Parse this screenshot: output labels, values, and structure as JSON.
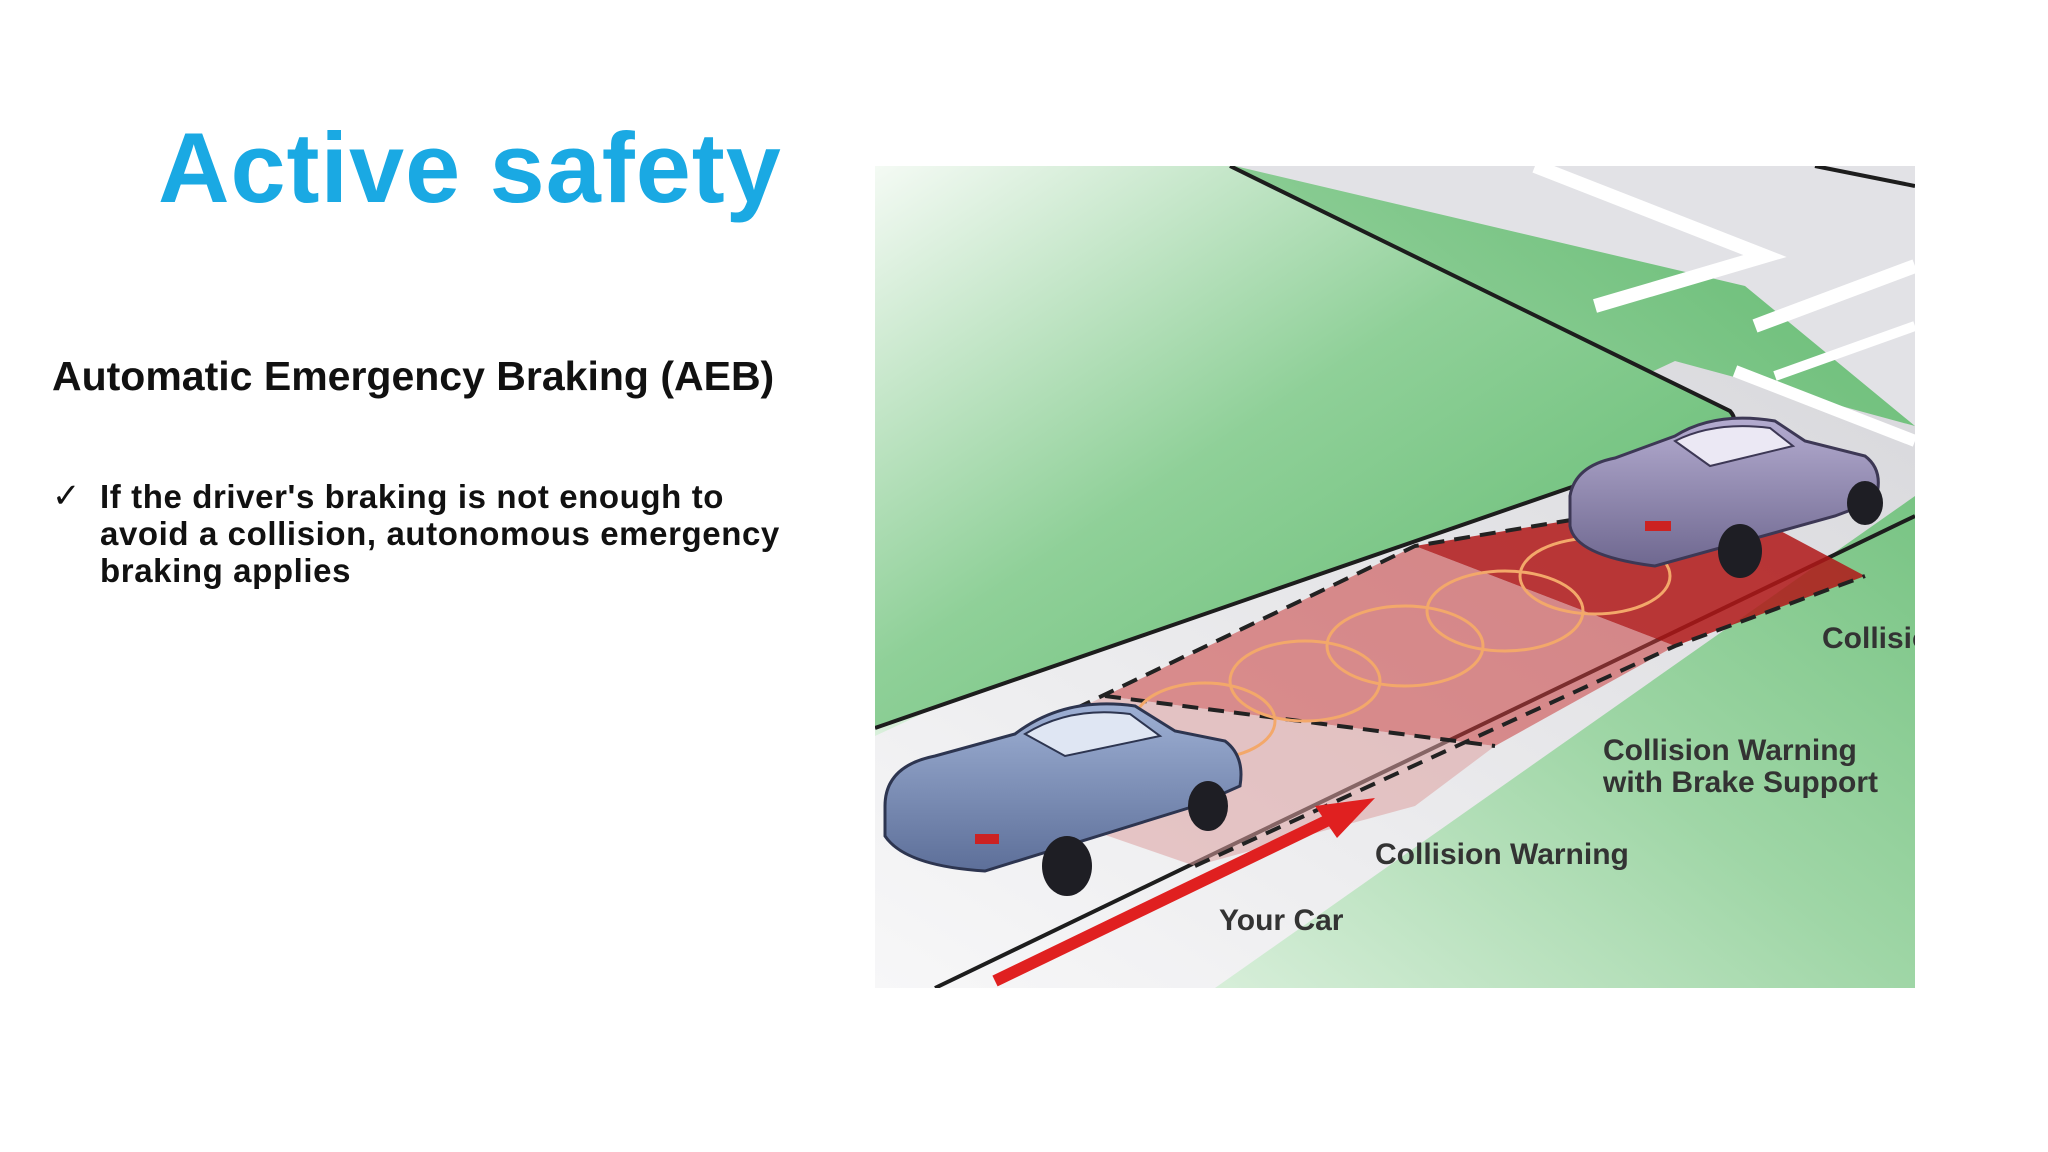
{
  "slide": {
    "title": "Active safety",
    "subtitle": "Automatic Emergency Braking (AEB)",
    "bullets": [
      {
        "mark": "✓",
        "lines": [
          "If the driver's braking is not enough to",
          "avoid a collision, autonomous emergency",
          "braking applies"
        ]
      }
    ]
  },
  "illustration": {
    "labels": {
      "collision": "Collisio",
      "warning_brake_1": "Collision Warning",
      "warning_brake_2": "with Brake Support",
      "warning": "Collision Warning",
      "your_car": "Your Car"
    }
  },
  "colors": {
    "title": "#1aa9e3",
    "grass": "#6cc27a",
    "road": "#e6e6e8",
    "zone_collision": "#b01818",
    "zone_brake": "#c83c3c",
    "zone_warning": "#dca0a0",
    "car_front": "#8e86ae",
    "car_back": "#7f93bc"
  }
}
